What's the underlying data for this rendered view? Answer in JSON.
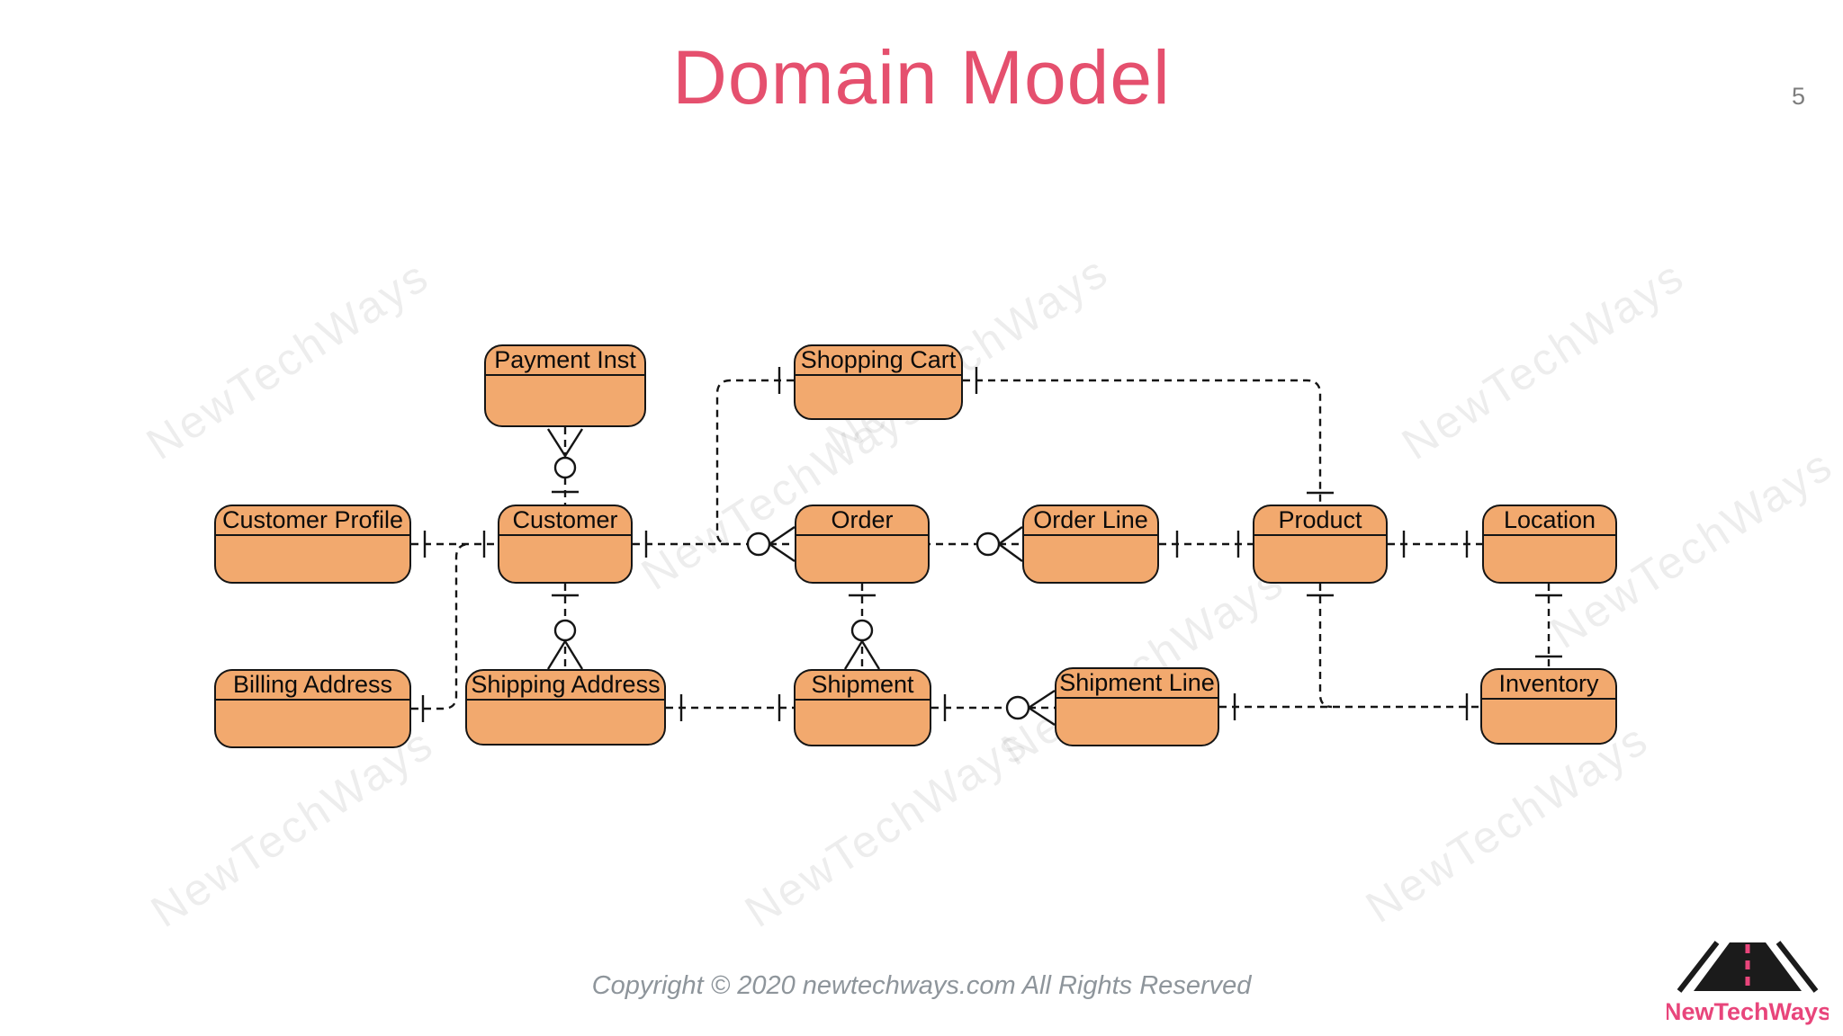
{
  "slide": {
    "title": "Domain Model",
    "page_number": "5",
    "copyright": "Copyright © 2020 newtechways.com All Rights Reserved"
  },
  "watermark_text": "NewTechWays",
  "logo": {
    "text": "NewTechWays"
  },
  "colors": {
    "title": "#e5506e",
    "entity_fill": "#f2a96e",
    "entity_border": "#151515",
    "connector": "#151515",
    "logo_pink": "#e8457b",
    "copyright_gray": "#8e959b"
  },
  "diagram": {
    "entities": [
      {
        "id": "payment-inst",
        "label": "Payment Inst"
      },
      {
        "id": "shopping-cart",
        "label": "Shopping Cart"
      },
      {
        "id": "customer-profile",
        "label": "Customer Profile"
      },
      {
        "id": "customer",
        "label": "Customer"
      },
      {
        "id": "order",
        "label": "Order"
      },
      {
        "id": "order-line",
        "label": "Order Line"
      },
      {
        "id": "product",
        "label": "Product"
      },
      {
        "id": "location",
        "label": "Location"
      },
      {
        "id": "billing-address",
        "label": "Billing Address"
      },
      {
        "id": "shipping-address",
        "label": "Shipping Address"
      },
      {
        "id": "shipment",
        "label": "Shipment"
      },
      {
        "id": "shipment-line",
        "label": "Shipment Line"
      },
      {
        "id": "inventory",
        "label": "Inventory"
      }
    ],
    "relationships": [
      {
        "from": "Customer",
        "to": "Payment Inst",
        "cardinality": "one to zero-or-many",
        "style": "dashed"
      },
      {
        "from": "Customer Profile",
        "to": "Customer",
        "cardinality": "one to one",
        "style": "dashed"
      },
      {
        "from": "Billing Address",
        "to": "Customer",
        "cardinality": "one",
        "style": "dashed"
      },
      {
        "from": "Customer",
        "to": "Order",
        "cardinality": "one to zero-or-many",
        "style": "dashed"
      },
      {
        "from": "Shopping Cart",
        "to": "Customer-Order link",
        "cardinality": "one",
        "style": "dashed"
      },
      {
        "from": "Shopping Cart",
        "to": "Product",
        "cardinality": "one to one",
        "style": "dashed"
      },
      {
        "from": "Order",
        "to": "Order Line",
        "cardinality": "one to zero-or-many",
        "style": "dashed"
      },
      {
        "from": "Order Line",
        "to": "Product",
        "cardinality": "one to one",
        "style": "dashed"
      },
      {
        "from": "Product",
        "to": "Location",
        "cardinality": "one to one",
        "style": "dashed"
      },
      {
        "from": "Customer",
        "to": "Shipping Address",
        "cardinality": "one to zero-or-many",
        "style": "dashed"
      },
      {
        "from": "Order",
        "to": "Shipment",
        "cardinality": "one to zero-or-many",
        "style": "dashed"
      },
      {
        "from": "Shipping Address",
        "to": "Shipment",
        "cardinality": "one to one",
        "style": "dashed"
      },
      {
        "from": "Shipment",
        "to": "Shipment Line",
        "cardinality": "one to zero-or-many",
        "style": "dashed"
      },
      {
        "from": "Shipment Line",
        "to": "Inventory",
        "cardinality": "one to one",
        "style": "dashed"
      },
      {
        "from": "Product",
        "to": "Inventory link",
        "cardinality": "one",
        "style": "dashed"
      },
      {
        "from": "Location",
        "to": "Inventory",
        "cardinality": "one to one",
        "style": "dashed"
      }
    ]
  }
}
